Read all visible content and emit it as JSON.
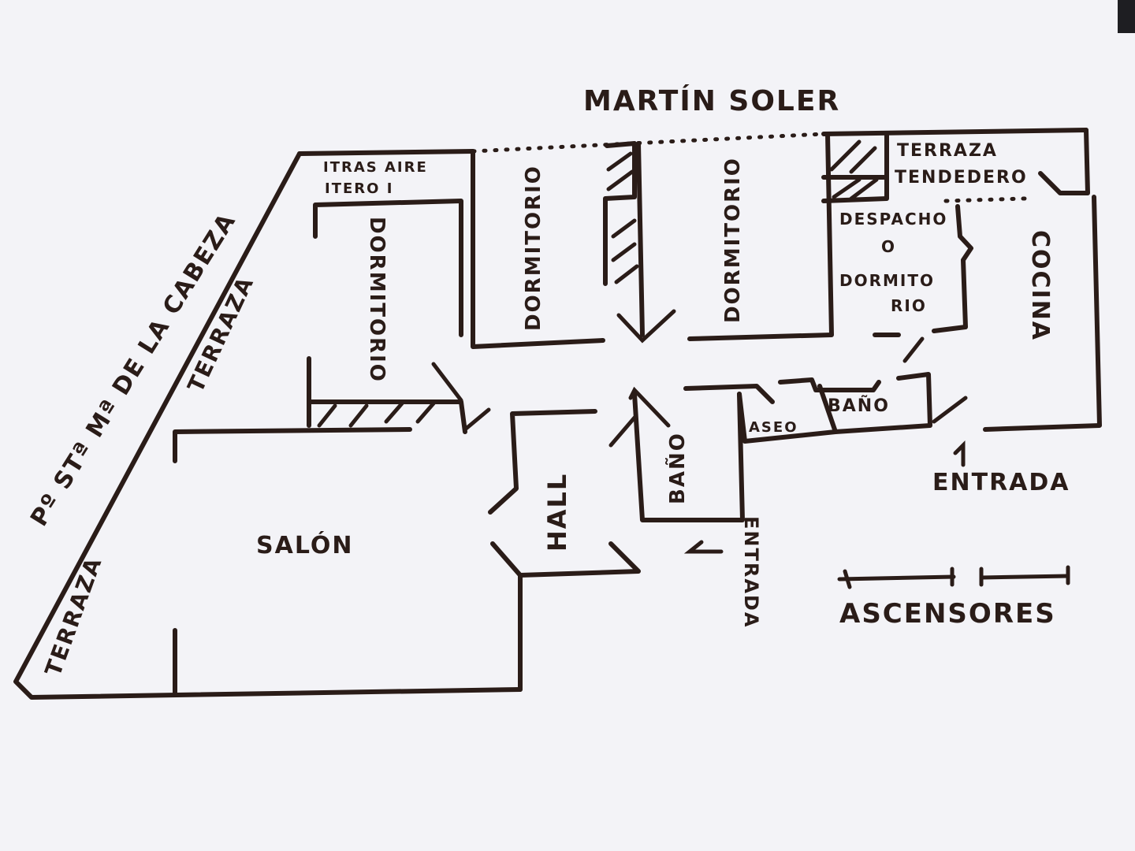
{
  "colors": {
    "paper": "#f3f3f7",
    "ink": "#2a1c18",
    "background": "#bdbdc4"
  },
  "street_top": "MARTÍN SOLER",
  "street_left": "Pº STª Mª DE LA CABEZA",
  "rooms": {
    "terraza_left": "TERRAZA",
    "terraza_diag": "TERRAZA",
    "tragaluz_1": "ITRAS AIRE",
    "tragaluz_2": "ITERO I",
    "dormitorio_1": "DORMITORIO",
    "dormitorio_2": "DORMITORIO",
    "dormitorio_3": "DORMITORIO",
    "terraza_tendedero_1": "TERRAZA",
    "terraza_tendedero_2": "TENDEDERO",
    "despacho_1": "DESPACHO",
    "despacho_2": "O",
    "despacho_3": "DORMITO",
    "despacho_4": "RIO",
    "cocina": "COCINA",
    "salon": "SALÓN",
    "hall": "HALL",
    "bano_1": "BAÑO",
    "bano_2": "BAÑO",
    "aseo": "ASEO"
  },
  "entrances": {
    "entrada_right": "ENTRADA",
    "entrada_mid": "ENTRADA"
  },
  "ascensores": "ASCENSORES"
}
